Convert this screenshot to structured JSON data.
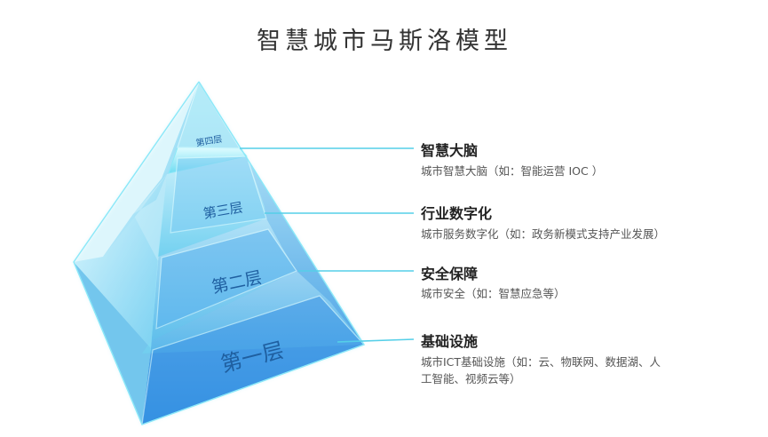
{
  "title": "智慧城市马斯洛模型",
  "layers": [
    {
      "label": "第四层"
    },
    {
      "label": "第三层"
    },
    {
      "label": "第二层"
    },
    {
      "label": "第一层"
    }
  ],
  "descriptions": [
    {
      "title": "智慧大脑",
      "lines": [
        "城市智慧大脑（如：智能运营 IOC ）"
      ]
    },
    {
      "title": "行业数字化",
      "lines": [
        "城市服务数字化（如：政务新模式支持产业发展）"
      ]
    },
    {
      "title": "安全保障",
      "lines": [
        "城市安全（如：智慧应急等）"
      ]
    },
    {
      "title": "基础设施",
      "lines": [
        "城市ICT基础设施（如：云、物联网、数据湖、人",
        "工智能、视频云等）"
      ]
    }
  ]
}
